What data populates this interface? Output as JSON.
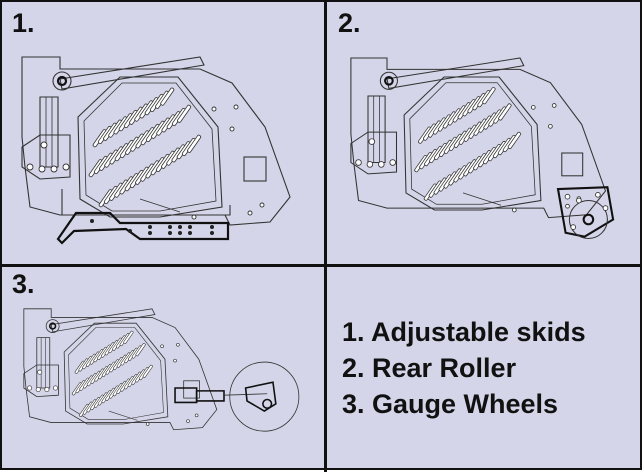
{
  "panels": [
    {
      "label": "1."
    },
    {
      "label": "2."
    },
    {
      "label": "3."
    }
  ],
  "legend": [
    "1. Adjustable skids",
    "2. Rear Roller",
    "3. Gauge Wheels"
  ]
}
